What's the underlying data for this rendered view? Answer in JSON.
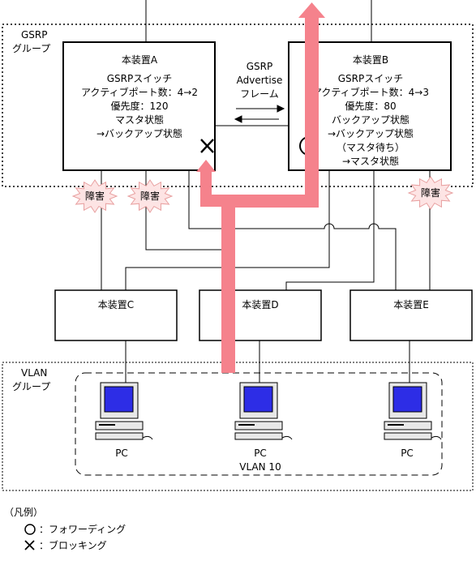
{
  "gsrp_group": {
    "label_line1": "GSRP",
    "label_line2": "グループ"
  },
  "vlan_group": {
    "label_line1": "VLAN",
    "label_line2": "グループ"
  },
  "device_a": {
    "title": "本装置A",
    "line1": "GSRPスイッチ",
    "line2": "アクティブポート数：4→2",
    "line3": "優先度：120",
    "line4": "マスタ状態",
    "line5": "→バックアップ状態"
  },
  "device_b": {
    "title": "本装置B",
    "line1": "GSRPスイッチ",
    "line2": "アクティブポート数：4→3",
    "line3": "優先度：80",
    "line4": "バックアップ状態",
    "line5": "→バックアップ状態",
    "line6": "（マスタ待ち）",
    "line7": "→マスタ状態"
  },
  "advertise": {
    "line1": "GSRP",
    "line2": "Advertise",
    "line3": "フレーム"
  },
  "device_c": {
    "title": "本装置C"
  },
  "device_d": {
    "title": "本装置D"
  },
  "device_e": {
    "title": "本装置E"
  },
  "faults": {
    "label": "障害"
  },
  "pcs": {
    "label": "PC",
    "vlan_label": "VLAN 10"
  },
  "legend": {
    "title": "（凡例）",
    "forwarding": "：フォワーディング",
    "blocking": "：ブロッキング"
  },
  "colors": {
    "path": "#f5828c",
    "screen": "#2d2de6",
    "fault_fill": "#fde4e4",
    "fault_stroke": "#e8a0a0"
  }
}
